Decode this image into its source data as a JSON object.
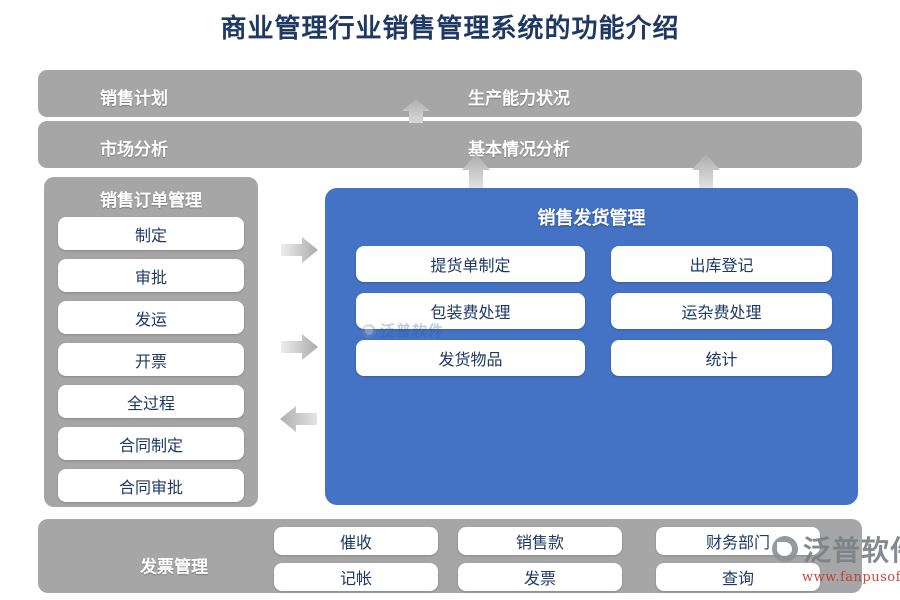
{
  "title": "商业管理行业销售管理系统的功能介绍",
  "colors": {
    "title_text": "#1F3864",
    "gray_panel": "#A6A6A6",
    "blue_panel": "#4472C4",
    "box_bg": "#FFFFFF",
    "box_text": "#1F3864",
    "watermark_url": "#C0392B"
  },
  "top_bars": [
    {
      "left_label": "销售计划",
      "right_label": "生产能力状况"
    },
    {
      "left_label": "市场分析",
      "right_label": "基本情况分析"
    }
  ],
  "order_panel": {
    "title": "销售订单管理",
    "items": [
      "制定",
      "审批",
      "发运",
      "开票",
      "全过程",
      "合同制定",
      "合同审批"
    ]
  },
  "ship_panel": {
    "title": "销售发货管理",
    "rows": [
      [
        "提货单制定",
        "出库登记"
      ],
      [
        "包装费处理",
        "运杂费处理"
      ],
      [
        "发货物品",
        "统计"
      ]
    ]
  },
  "invoice_bar": {
    "label": "发票管理",
    "rows": [
      [
        "催收",
        "销售款",
        "财务部门"
      ],
      [
        "记帐",
        "发票",
        "查询"
      ]
    ]
  },
  "arrows": [
    {
      "name": "arrow-up-plan",
      "direction": "up"
    },
    {
      "name": "arrow-up-analysis-left",
      "direction": "up"
    },
    {
      "name": "arrow-up-analysis-right",
      "direction": "up"
    },
    {
      "name": "arrow-right-order-top",
      "direction": "right"
    },
    {
      "name": "arrow-right-order-mid",
      "direction": "right"
    },
    {
      "name": "arrow-left-ship-back",
      "direction": "left"
    }
  ],
  "watermark": {
    "brand": "泛普软件",
    "url": "www.fanpusoft.com"
  }
}
